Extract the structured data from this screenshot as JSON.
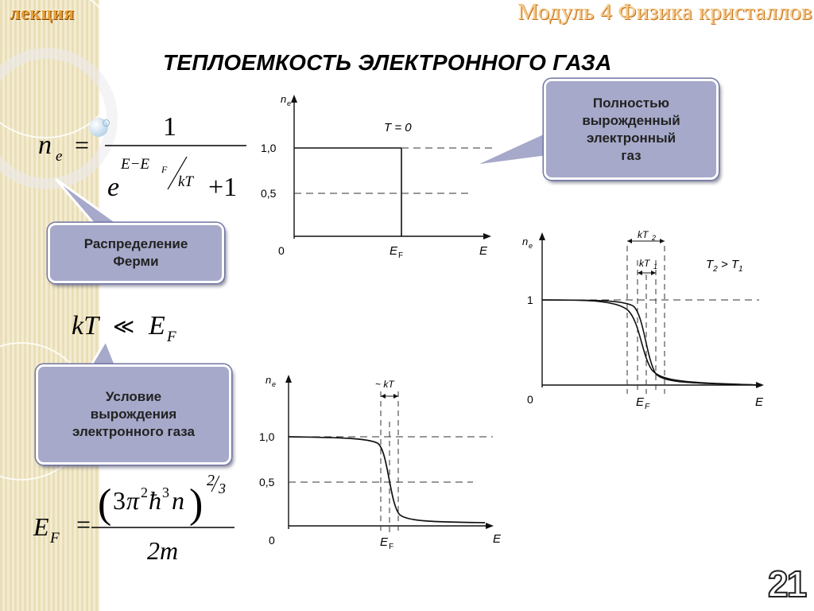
{
  "header": {
    "lecture_label": "лекция",
    "module_title": "Модуль 4 Физика кристаллов"
  },
  "slide_title": "ТЕПЛОЕМКОСТЬ ЭЛЕКТРОННОГО ГАЗА",
  "callouts": {
    "fermi": [
      "Распределение",
      "Ферми"
    ],
    "degenerate": [
      "Полностью",
      "вырожденный",
      "электронный",
      "газ"
    ],
    "condition": [
      "Условие",
      "вырождения",
      "электронного газа"
    ]
  },
  "formulas": {
    "fermi_lhs": "n",
    "fermi_lhs_sub": "e",
    "equals": "=",
    "numerator_one": "1",
    "exp_base": "e",
    "exp_top": "E−E",
    "exp_top_sub": "F",
    "exp_bottom": "kT",
    "plus_one": "+1",
    "condition_lhs": "kT",
    "condition_sym": "≪",
    "condition_rhs": "E",
    "condition_rhs_sub": "F",
    "ef_lhs": "E",
    "ef_lhs_sub": "F",
    "ef_paren_left": "(",
    "ef_paren_right": ")",
    "ef_num_3": "3",
    "ef_num_pi": "π",
    "ef_num_pi_exp": "2",
    "ef_num_hbar": "ħ",
    "ef_num_hbar_exp": "3",
    "ef_num_n": "n",
    "ef_power_num": "2",
    "ef_power_den": "3",
    "ef_denominator": "2m"
  },
  "charts": {
    "zero_temp": {
      "y_label": "n",
      "y_label_sub": "e",
      "y_ticks": [
        "1,0",
        "0,5"
      ],
      "origin_label": "0",
      "x_label": "E",
      "ef_label": "E",
      "ef_label_sub": "F",
      "annotation": "T = 0"
    },
    "two_temps": {
      "y_label": "n",
      "y_label_sub": "e",
      "y_tick": "1",
      "origin_label": "0",
      "x_label": "E",
      "ef_label": "E",
      "ef_label_sub": "F",
      "kT2_label": "kT",
      "kT2_sub": "2",
      "kT1_label": "kT",
      "kT1_sub": "1",
      "relation": "T",
      "relation_sub_a": "2",
      "relation_mid": " > T",
      "relation_sub_b": "1"
    },
    "finite_temp": {
      "y_label": "n",
      "y_label_sub": "e",
      "y_ticks": [
        "1,0",
        "0,5"
      ],
      "origin_label": "0",
      "x_label": "E",
      "ef_label": "E",
      "ef_label_sub": "F",
      "kT_label": "~ kT"
    }
  },
  "page_number": "21",
  "colors": {
    "callout_fill": "#a6a9c9",
    "header_orange": "#e8a13a",
    "stripe": "#e9deb6"
  }
}
